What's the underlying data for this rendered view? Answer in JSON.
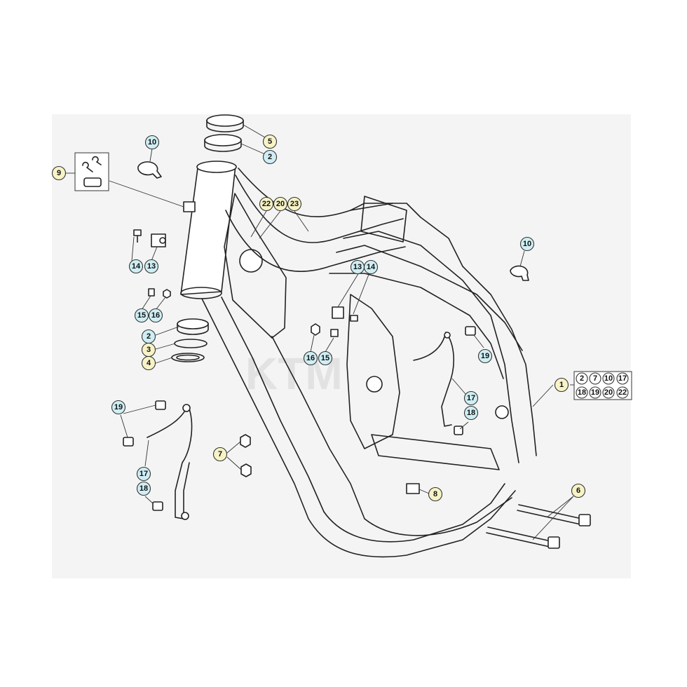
{
  "colors": {
    "background": "#f4f4f4",
    "line": "#222222",
    "callout_blue": "#cfeef4",
    "callout_yellow": "#f7f3c6"
  },
  "watermark": "KTM",
  "callouts": {
    "c5": "5",
    "c2_top": "2",
    "c10_left": "10",
    "c9": "9",
    "c22": "22",
    "c20": "20",
    "c23": "23",
    "c14_left": "14",
    "c13_left": "13",
    "c15_left": "15",
    "c16_left": "16",
    "c2_mid": "2",
    "c3": "3",
    "c4": "4",
    "c10_right": "10",
    "c13_mid": "13",
    "c14_mid": "14",
    "c16_mid": "16",
    "c15_mid": "15",
    "c19_right": "19",
    "c17_right": "17",
    "c18_right": "18",
    "c1": "1",
    "c19_left": "19",
    "c17_left": "17",
    "c18_left": "18",
    "c7": "7",
    "c8": "8",
    "c6": "6"
  },
  "kit_contents": [
    "2",
    "7",
    "10",
    "17",
    "18",
    "19",
    "20",
    "22"
  ]
}
